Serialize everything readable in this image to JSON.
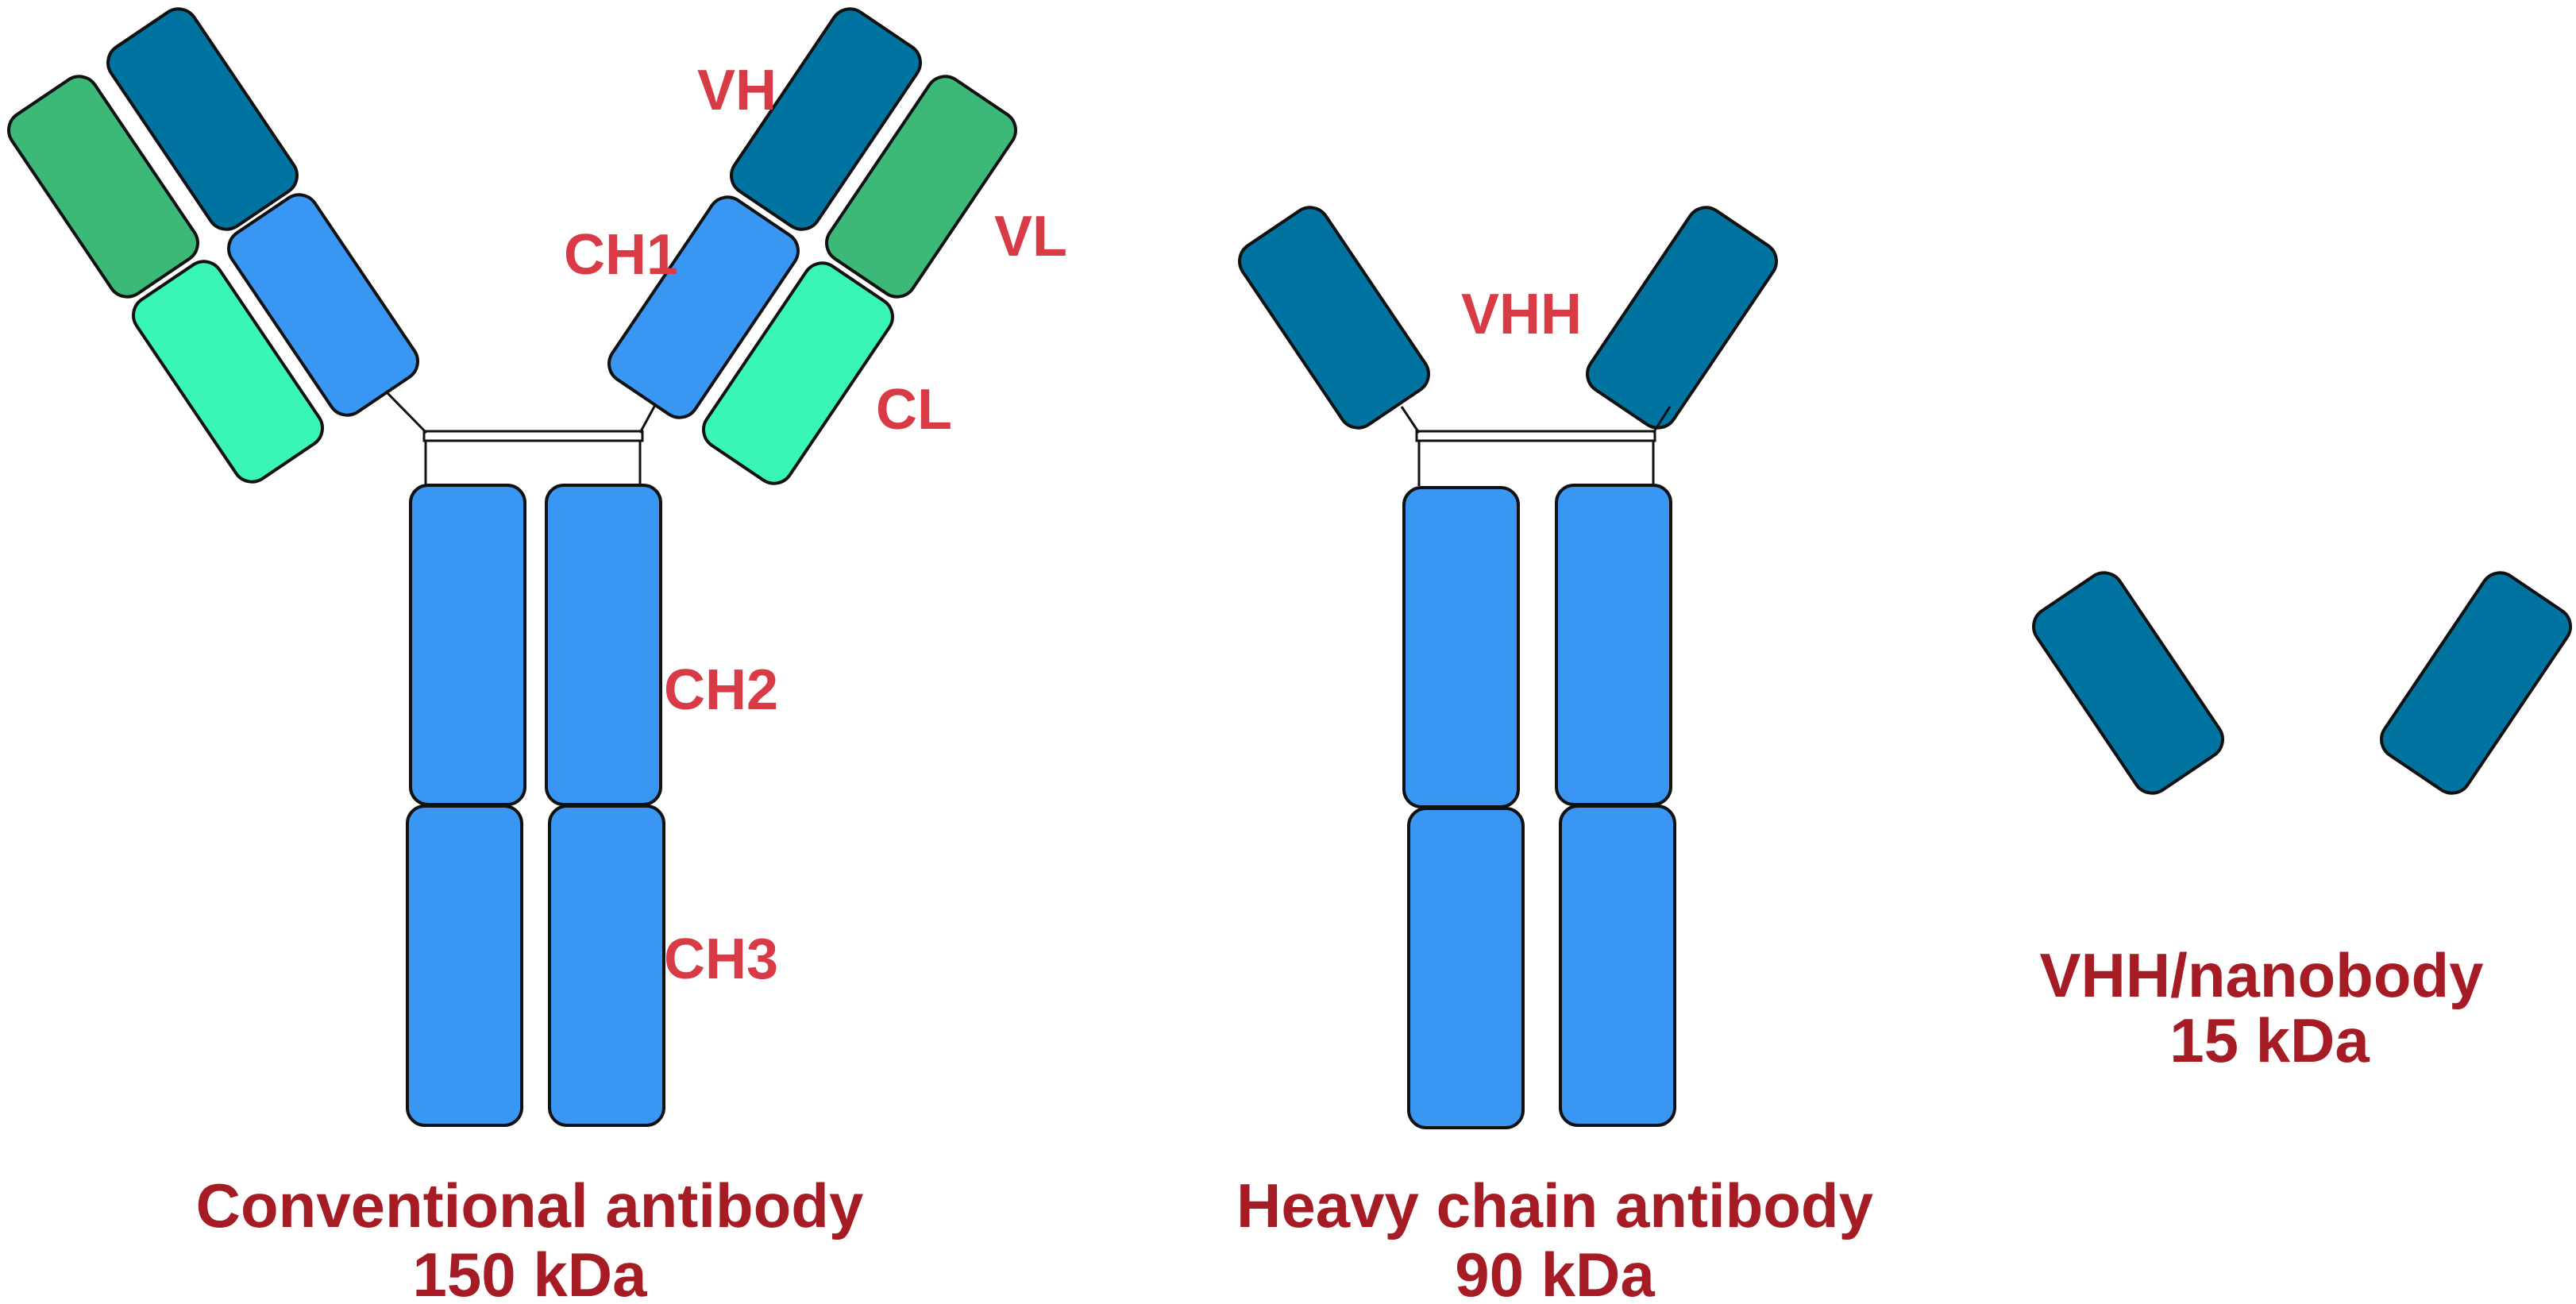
{
  "colors": {
    "vh": "#0073a0",
    "vl": "#3cb879",
    "ch": "#3996f2",
    "cl": "#3af5b8",
    "label": "#d93b46",
    "caption": "#a61c24"
  },
  "labels": {
    "vh": "VH",
    "vl": "VL",
    "ch1": "CH1",
    "cl": "CL",
    "ch2": "CH2",
    "ch3": "CH3",
    "vhh": "VHH"
  },
  "captions": {
    "conventional": {
      "name": "Conventional antibody",
      "mass": "150 kDa"
    },
    "heavy_chain": {
      "name": "Heavy chain antibody",
      "mass": "90 kDa"
    },
    "nanobody": {
      "name": "VHH/nanobody",
      "mass": "15 kDa"
    }
  }
}
